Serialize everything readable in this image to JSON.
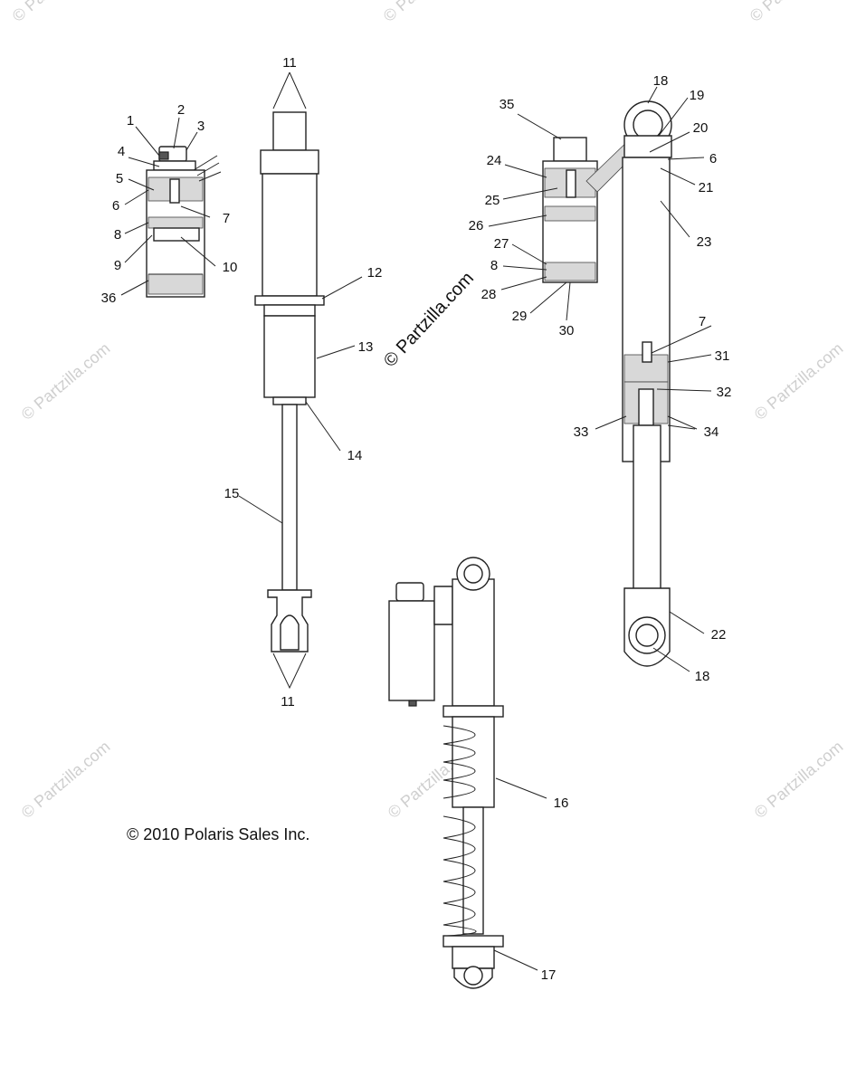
{
  "copyright": "© 2010 Polaris Sales Inc.",
  "watermark_center": "© Partzilla.com",
  "watermark": "© Partzilla.com",
  "callouts": [
    {
      "id": "c1",
      "label": "1"
    },
    {
      "id": "c2",
      "label": "2"
    },
    {
      "id": "c3",
      "label": "3"
    },
    {
      "id": "c4",
      "label": "4"
    },
    {
      "id": "c5",
      "label": "5"
    },
    {
      "id": "c6a",
      "label": "6"
    },
    {
      "id": "c7a",
      "label": "7"
    },
    {
      "id": "c8a",
      "label": "8"
    },
    {
      "id": "c9",
      "label": "9"
    },
    {
      "id": "c10",
      "label": "10"
    },
    {
      "id": "c36",
      "label": "36"
    },
    {
      "id": "c11a",
      "label": "11"
    },
    {
      "id": "c11b",
      "label": "11"
    },
    {
      "id": "c12",
      "label": "12"
    },
    {
      "id": "c13",
      "label": "13"
    },
    {
      "id": "c14",
      "label": "14"
    },
    {
      "id": "c15",
      "label": "15"
    },
    {
      "id": "c16",
      "label": "16"
    },
    {
      "id": "c17",
      "label": "17"
    },
    {
      "id": "c18a",
      "label": "18"
    },
    {
      "id": "c18b",
      "label": "18"
    },
    {
      "id": "c19",
      "label": "19"
    },
    {
      "id": "c20",
      "label": "20"
    },
    {
      "id": "c6b",
      "label": "6"
    },
    {
      "id": "c21",
      "label": "21"
    },
    {
      "id": "c22",
      "label": "22"
    },
    {
      "id": "c23",
      "label": "23"
    },
    {
      "id": "c24",
      "label": "24"
    },
    {
      "id": "c25",
      "label": "25"
    },
    {
      "id": "c26",
      "label": "26"
    },
    {
      "id": "c27",
      "label": "27"
    },
    {
      "id": "c8b",
      "label": "8"
    },
    {
      "id": "c28",
      "label": "28"
    },
    {
      "id": "c29",
      "label": "29"
    },
    {
      "id": "c30",
      "label": "30"
    },
    {
      "id": "c35",
      "label": "35"
    },
    {
      "id": "c7b",
      "label": "7"
    },
    {
      "id": "c31",
      "label": "31"
    },
    {
      "id": "c32",
      "label": "32"
    },
    {
      "id": "c33",
      "label": "33"
    },
    {
      "id": "c34",
      "label": "34"
    }
  ]
}
